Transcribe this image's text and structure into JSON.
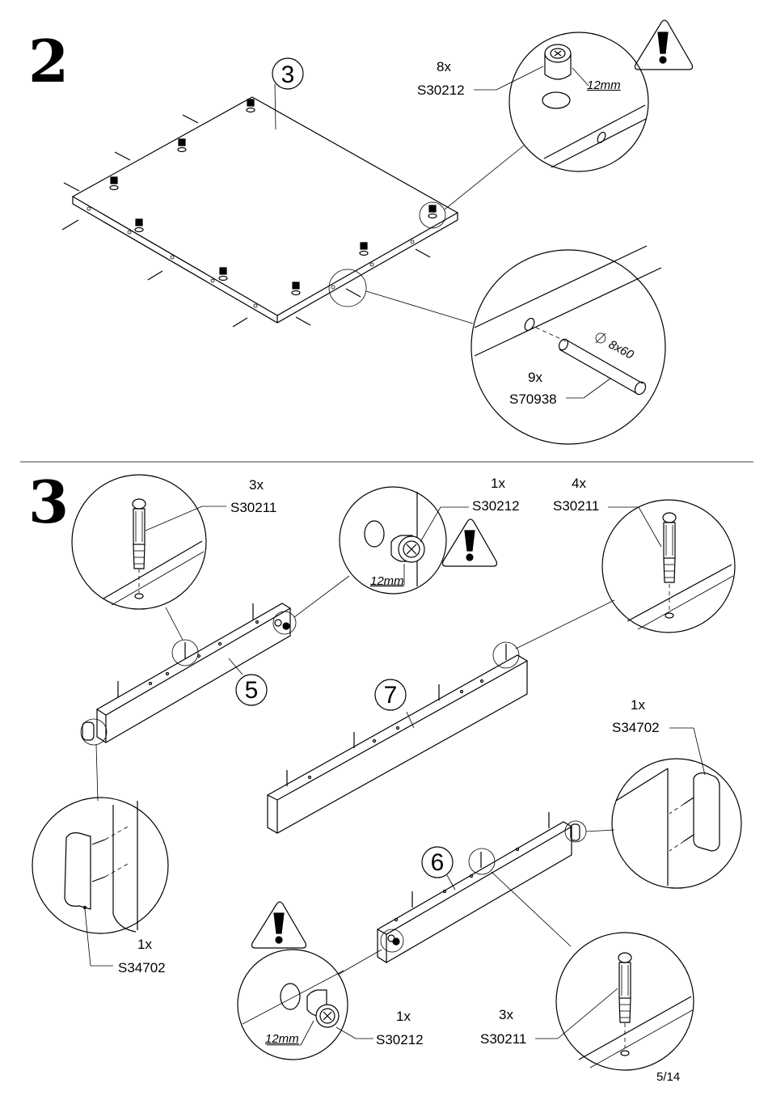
{
  "page": {
    "number": "5/14"
  },
  "step2": {
    "number": "2",
    "panel_number": "3",
    "cam": {
      "qty": "8x",
      "code": "S30212",
      "depth": "12mm"
    },
    "dowel": {
      "qty": "9x",
      "code": "S70938",
      "size": "8x60"
    }
  },
  "step3": {
    "number": "3",
    "panel5": "5",
    "panel6": "6",
    "panel7": "7",
    "bolt_a": {
      "qty": "3x",
      "code": "S30211"
    },
    "cam_a": {
      "qty": "1x",
      "code": "S30212",
      "depth": "12mm"
    },
    "bolt_b": {
      "qty": "4x",
      "code": "S30211"
    },
    "bracket_a": {
      "qty": "1x",
      "code": "S34702"
    },
    "bracket_b": {
      "qty": "1x",
      "code": "S34702"
    },
    "cam_b": {
      "qty": "1x",
      "code": "S30212",
      "depth": "12mm"
    },
    "bolt_c": {
      "qty": "3x",
      "code": "S30211"
    }
  }
}
